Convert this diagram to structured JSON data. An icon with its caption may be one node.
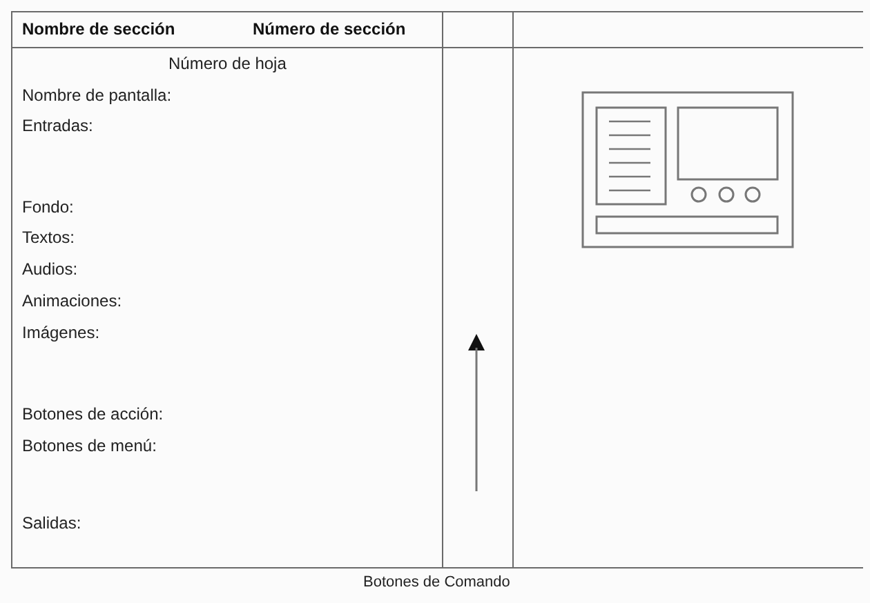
{
  "diagram": {
    "caption": "Botones de Comando",
    "labels": [
      "Nombre de sección",
      "Número de sección",
      "Número de hoja",
      "Nombre de pantalla:",
      "Entradas:",
      "Fondo:",
      "Textos:",
      "Audios:",
      "Animaciones:",
      "Imágenes:",
      "Botones de acción:",
      "Botones de menú:",
      "Salidas:"
    ]
  }
}
